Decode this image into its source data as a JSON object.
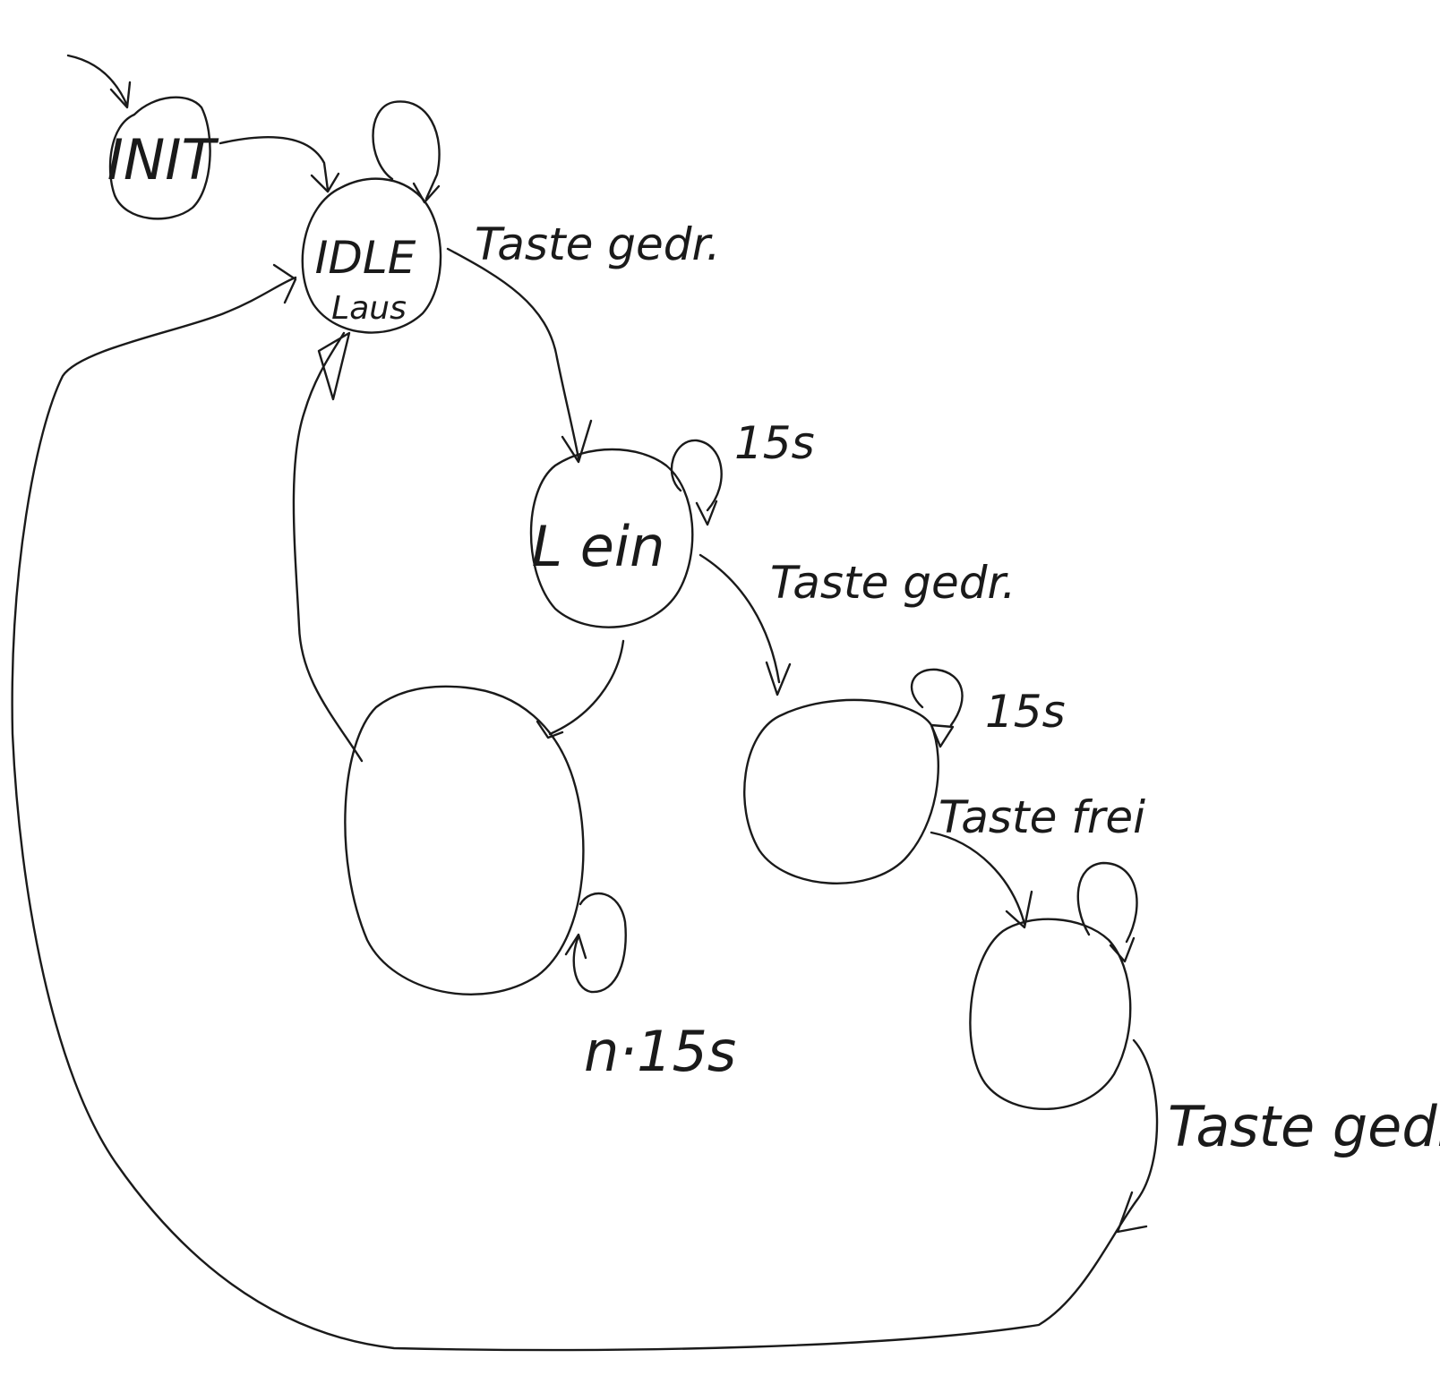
{
  "diagram": {
    "states": {
      "init": "INIT",
      "idle": "IDLE",
      "idle_sub": "Laus",
      "l_ein": "L ein"
    },
    "transitions": {
      "idle_to_lein": "Taste gedr.",
      "lein_to_s3": "Taste gedr.",
      "s3_to_s4": "Taste frei",
      "s4_to_idle": "Taste gedr."
    },
    "loops": {
      "lein": "15s",
      "s3": "15s",
      "s2": "n·15s"
    }
  }
}
